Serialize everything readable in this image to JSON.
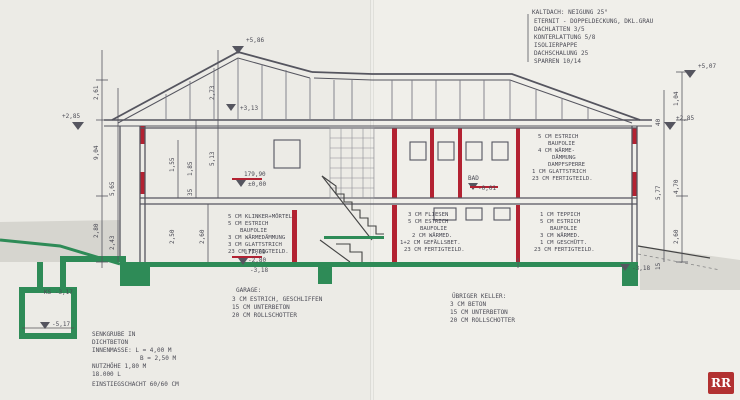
{
  "roof_spec": {
    "title": "KALTDACH: NEIGUNG 25°",
    "lines": [
      "ETERNIT - DOPPELDECKUNG, DKL.GRAU",
      "DACHLATTEN 3/5",
      "KONTERLATTUNG 5/8",
      "ISOLIERPAPPE",
      "DACHSCHALUNG 25",
      "SPARREN 10/14"
    ]
  },
  "levels": {
    "ridge": "+5,86",
    "eave_left": "+2,85",
    "eave_right": "+2,85",
    "right_top": "+5,07",
    "ceiling": "+3,13",
    "ground_floor": "±0,00",
    "ground_floor_sub": "179,90",
    "bad_level": "-0,01",
    "garage_level": "-2,80",
    "garage_sub": "177,09",
    "slab_left": "-3,18",
    "pit_bottom": "KS -3,17",
    "tank_level": "-5,17",
    "slab_right": "-3,18"
  },
  "dims_left": [
    "2,61",
    "9,04",
    "5,65",
    "2,80",
    "2,43"
  ],
  "dims_inner": [
    "2,73",
    "5,13",
    "1,55",
    "2,60",
    "2,50",
    "1,85",
    "35"
  ],
  "dims_right": [
    "1,04",
    "40",
    "4,70",
    "5,77",
    "2,60",
    "15"
  ],
  "room_labels": {
    "bad": "BAD"
  },
  "floor_upper_left": [
    "5 CM KLINKER+MÖRTEL",
    "5 CM ESTRICH",
    "BAUFOLIE",
    "3 CM WÄRMEDÄMMUNG",
    "3 CM GLATTSTRICH",
    "23 CM FERTIGTEILD."
  ],
  "floor_upper_right": [
    "5 CM ESTRICH",
    "BAUFOLIE",
    "4 CM WÄRME-",
    "DÄMMUNG",
    "DAMPFSPERRE",
    "1 CM GLATTSTRICH",
    "23 CM FERTIGTEILD."
  ],
  "floor_mid": [
    "3 CM FLIESEN",
    "5 CM ESTRICH",
    "BAUFOLIE",
    "2 CM WÄRMED.",
    "1+2 CM GEFÄLLSBET.",
    "23 CM FERTIGTEILD."
  ],
  "floor_right_lower": [
    "1 CM TEPPICH",
    "5 CM ESTRICH",
    "BAUFOLIE",
    "3 CM WÄRMED.",
    "1 CM GESCHÜTT.",
    "23 CM FERTIGTEILD."
  ],
  "garage": {
    "title": "GARAGE:",
    "lines": [
      "3 CM ESTRICH, GESCHLIFFEN",
      "15 CM UNTERBETON",
      "20 CM ROLLSCHOTTER"
    ]
  },
  "keller": {
    "title": "ÜBRIGER KELLER:",
    "lines": [
      "3 CM BETON",
      "15 CM UNTERBETON",
      "20 CM ROLLSCHOTTER"
    ]
  },
  "tank_notes": [
    "SENKGRUBE IN",
    "DICHTBETON",
    "INNENMASSE: L = 4,00 M",
    "B = 2,50 M",
    "NUTZHÖHE 1,80 M",
    "18.000 L",
    "EINSTIEGSCHACHT 60/60 CM"
  ],
  "colors": {
    "concrete": "#2e8b57",
    "walls": "#b32232",
    "ink": "#4b4b55",
    "paper": "#ecebe6"
  },
  "logo": "RR"
}
